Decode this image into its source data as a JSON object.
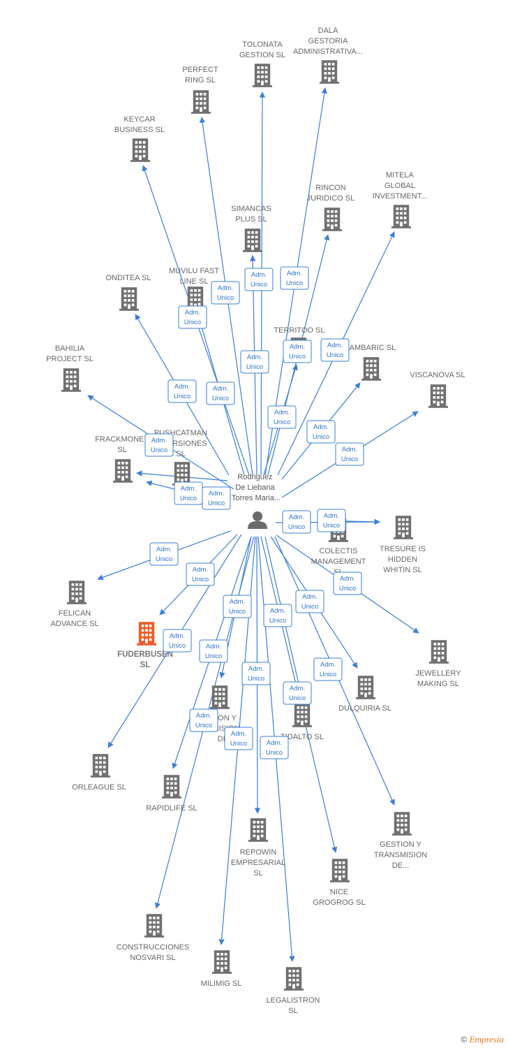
{
  "person": {
    "name_lines": [
      "Rodriguez",
      "De Liebana",
      "Torres Maria..."
    ]
  },
  "edge_label_lines": [
    "Adm.",
    "Unico"
  ],
  "colors": {
    "edge": "#3b7fd6",
    "building": "#707070",
    "highlight": "#f05a28",
    "person": "#6b6b6b"
  },
  "companies": [
    {
      "id": "tolonata",
      "name_lines": [
        "TOLONATA",
        "GESTION  SL"
      ]
    },
    {
      "id": "dala",
      "name_lines": [
        "DALA",
        "GESTORIA",
        "ADMINISTRATIVA..."
      ]
    },
    {
      "id": "perfect-ring",
      "name_lines": [
        "PERFECT",
        "RING  SL"
      ]
    },
    {
      "id": "keycar",
      "name_lines": [
        "KEYCAR",
        "BUSINESS  SL"
      ]
    },
    {
      "id": "rincon",
      "name_lines": [
        "RINCON",
        "JURIDICO SL"
      ]
    },
    {
      "id": "mitela",
      "name_lines": [
        "MITELA",
        "GLOBAL",
        "INVESTMENT..."
      ]
    },
    {
      "id": "simancas",
      "name_lines": [
        "SIMANCAS",
        "PLUS  SL"
      ]
    },
    {
      "id": "onditea",
      "name_lines": [
        "ONDITEA  SL"
      ]
    },
    {
      "id": "muvilu",
      "name_lines": [
        "MUVILU FAST",
        "LINE  SL"
      ]
    },
    {
      "id": "territoo",
      "name_lines": [
        "TERRITOO  SL"
      ]
    },
    {
      "id": "ambaric",
      "name_lines": [
        "AMBARIC  SL"
      ]
    },
    {
      "id": "bahilia",
      "name_lines": [
        "BAHILIA",
        "PROJECT  SL"
      ]
    },
    {
      "id": "viscanova",
      "name_lines": [
        "VISCANOVA  SL"
      ]
    },
    {
      "id": "frackmoney",
      "name_lines": [
        "FRACKMONEY",
        "SL"
      ]
    },
    {
      "id": "pushcatman",
      "name_lines": [
        "PUSHCATMAN",
        "INVERSIONES",
        "SL"
      ]
    },
    {
      "id": "colectis",
      "name_lines": [
        "COLECTIS",
        "MANAGEMENT",
        "SL"
      ]
    },
    {
      "id": "tresure",
      "name_lines": [
        "TRESURE IS",
        "HIDDEN",
        "WHITIN  SL"
      ]
    },
    {
      "id": "felican",
      "name_lines": [
        "FELICAN",
        "ADVANCE  SL"
      ]
    },
    {
      "id": "fuderbusen",
      "name_lines": [
        "FUDERBUSEN",
        "SL"
      ],
      "highlight": true
    },
    {
      "id": "jewellery",
      "name_lines": [
        "JEWELLERY",
        "MAKING  SL"
      ]
    },
    {
      "id": "dulquiria",
      "name_lines": [
        "DULQUIRIA  SL"
      ]
    },
    {
      "id": "gestion-ion",
      "name_lines": [
        "ION Y",
        "MISION",
        "DE..."
      ]
    },
    {
      "id": "tidalto",
      "name_lines": [
        "TIDALTO  SL"
      ]
    },
    {
      "id": "orleague",
      "name_lines": [
        "ORLEAGUE  SL"
      ]
    },
    {
      "id": "rapidlife",
      "name_lines": [
        "RAPIDLIFE  SL"
      ]
    },
    {
      "id": "gestion-trans",
      "name_lines": [
        "GESTION Y",
        "TRANSMISION",
        "DE..."
      ]
    },
    {
      "id": "repowin",
      "name_lines": [
        "REPOWIN",
        "EMPRESARIAL",
        "SL"
      ]
    },
    {
      "id": "nice",
      "name_lines": [
        "NICE",
        "GROGROG  SL"
      ]
    },
    {
      "id": "construcciones",
      "name_lines": [
        "CONSTRUCCIONES",
        "NOSVARI SL"
      ]
    },
    {
      "id": "milimig",
      "name_lines": [
        "MILIMIG  SL"
      ]
    },
    {
      "id": "legalistron",
      "name_lines": [
        "LEGALISTRON",
        "SL"
      ]
    }
  ],
  "footer": {
    "copyright": "©",
    "brand": "Empresia"
  }
}
